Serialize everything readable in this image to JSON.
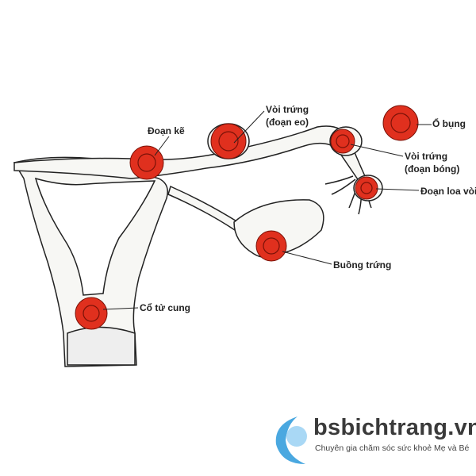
{
  "labels": {
    "doan_ke": "Đoạn kẽ",
    "voi_trung_eo_1": "Vòi trứng",
    "voi_trung_eo_2": "(đoạn eo)",
    "o_bung": "Ổ bụng",
    "voi_trung_bong_1": "Vòi trứng",
    "voi_trung_bong_2": "(đoạn bóng)",
    "doan_loa_voi": "Đoạn loa vòi",
    "buong_trung": "Buồng trứng",
    "co_tu_cung": "Cổ tử cung"
  },
  "brand": {
    "name": "bsbichtrang.vn",
    "tagline": "Chuyên gia chăm sóc sức khoẻ Mẹ và Bé",
    "logo_color": "#4aa8e0"
  },
  "colors": {
    "embryo": "#e0301e",
    "outline": "#222222"
  }
}
